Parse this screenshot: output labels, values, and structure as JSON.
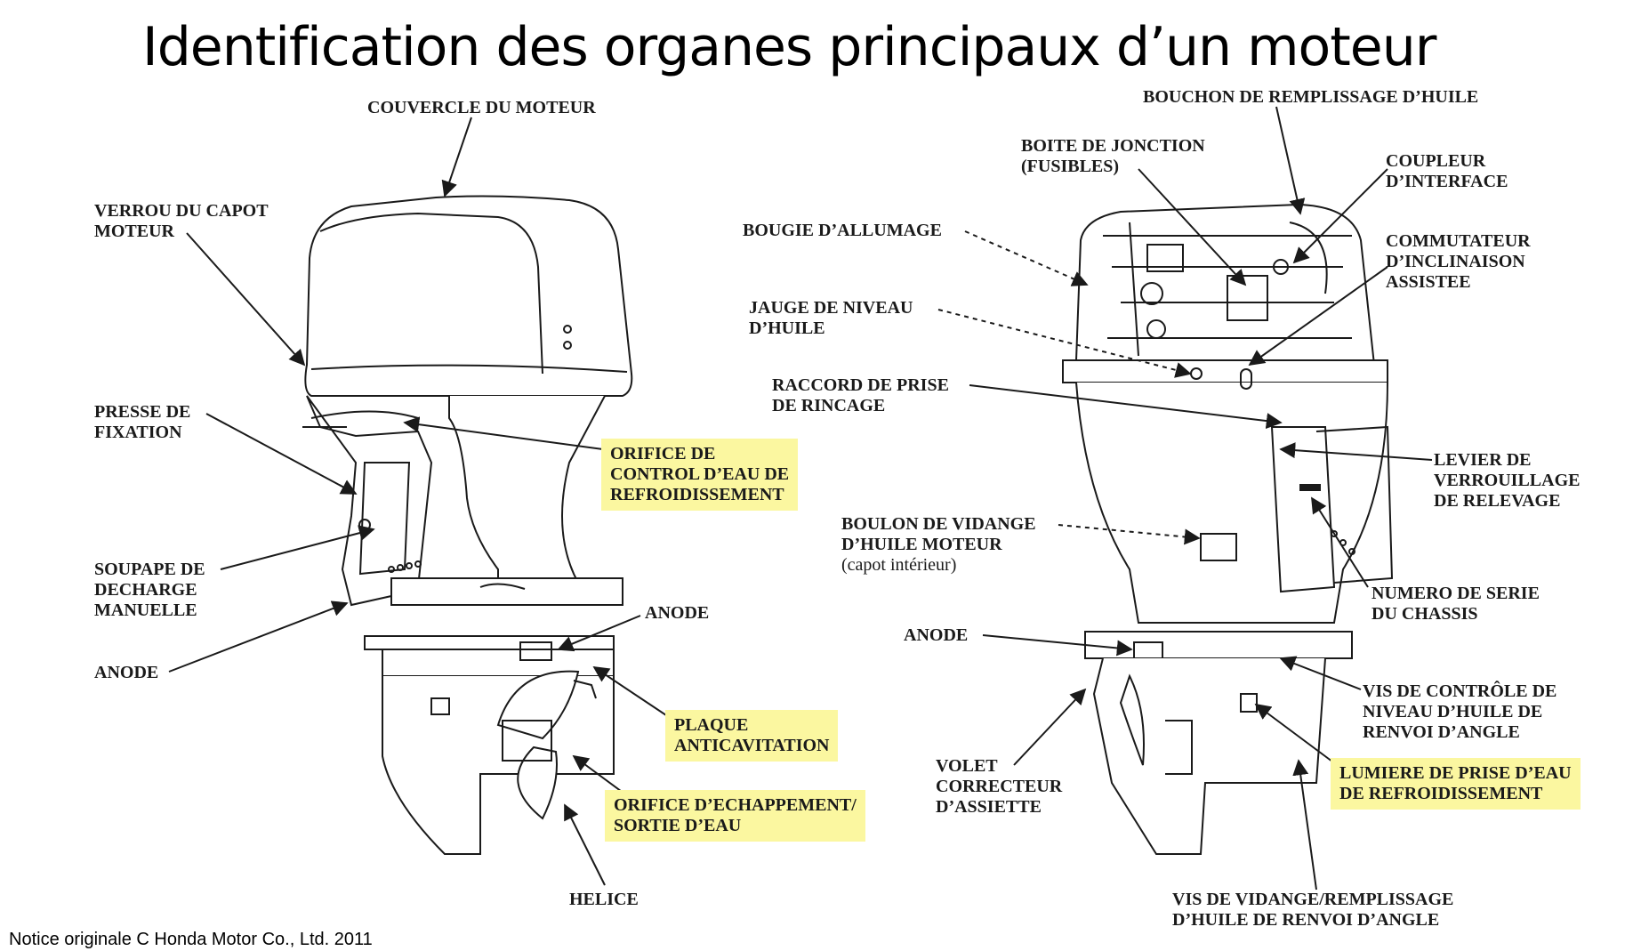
{
  "title": "Identification des organes principaux d’un moteur",
  "footer": "Notice originale C Honda Motor Co., Ltd. 2011",
  "left_labels": [
    {
      "text": "COUVERCLE DU MOTEUR",
      "highlight": false
    },
    {
      "text": "VERROU DU CAPOT\nMOTEUR",
      "highlight": false
    },
    {
      "text": "PRESSE DE\nFIXATION",
      "highlight": false
    },
    {
      "text": "ORIFICE DE\nCONTROL D’EAU DE\nREFROIDISSEMENT",
      "highlight": true
    },
    {
      "text": "SOUPAPE DE\nDECHARGE\nMANUELLE",
      "highlight": false
    },
    {
      "text": "ANODE",
      "highlight": false
    },
    {
      "text": "ANODE",
      "highlight": false
    },
    {
      "text": "PLAQUE\nANTICAVITATION",
      "highlight": true
    },
    {
      "text": "ORIFICE D’ECHAPPEMENT/\nSORTIE D’EAU",
      "highlight": true
    },
    {
      "text": "HELICE",
      "highlight": false
    }
  ],
  "right_labels": [
    {
      "text": "BOUCHON DE REMPLISSAGE D’HUILE",
      "highlight": false
    },
    {
      "text": "BOITE DE JONCTION\n(FUSIBLES)",
      "highlight": false
    },
    {
      "text": "COUPLEUR\nD’INTERFACE",
      "highlight": false
    },
    {
      "text": "BOUGIE D’ALLUMAGE",
      "highlight": false
    },
    {
      "text": "COMMUTATEUR\nD’INCLINAISON\nASSISTEE",
      "highlight": false
    },
    {
      "text": "JAUGE DE NIVEAU\nD’HUILE",
      "highlight": false
    },
    {
      "text": "RACCORD DE PRISE\nDE RINCAGE",
      "highlight": false
    },
    {
      "text": "LEVIER DE\nVERROUILLAGE\nDE RELEVAGE",
      "highlight": false
    },
    {
      "text": "BOULON DE VIDANGE\nD’HUILE MOTEUR",
      "highlight": false
    },
    {
      "text": "(capot intérieur)",
      "highlight": false
    },
    {
      "text": "NUMERO DE SERIE\nDU CHASSIS",
      "highlight": false
    },
    {
      "text": "ANODE",
      "highlight": false
    },
    {
      "text": "VIS DE CONTRÔLE DE\nNIVEAU D’HUILE DE\nRENVOI D’ANGLE",
      "highlight": false
    },
    {
      "text": "VOLET\nCORRECTEUR\nD’ASSIETTE",
      "highlight": false
    },
    {
      "text": "LUMIERE DE PRISE D’EAU\nDE REFROIDISSEMENT",
      "highlight": true
    },
    {
      "text": "VIS DE VIDANGE/REMPLISSAGE\nD’HUILE DE RENVOI D’ANGLE",
      "highlight": false
    }
  ],
  "colors": {
    "highlight": "#fbf7a0",
    "line": "#1a1a1a"
  }
}
